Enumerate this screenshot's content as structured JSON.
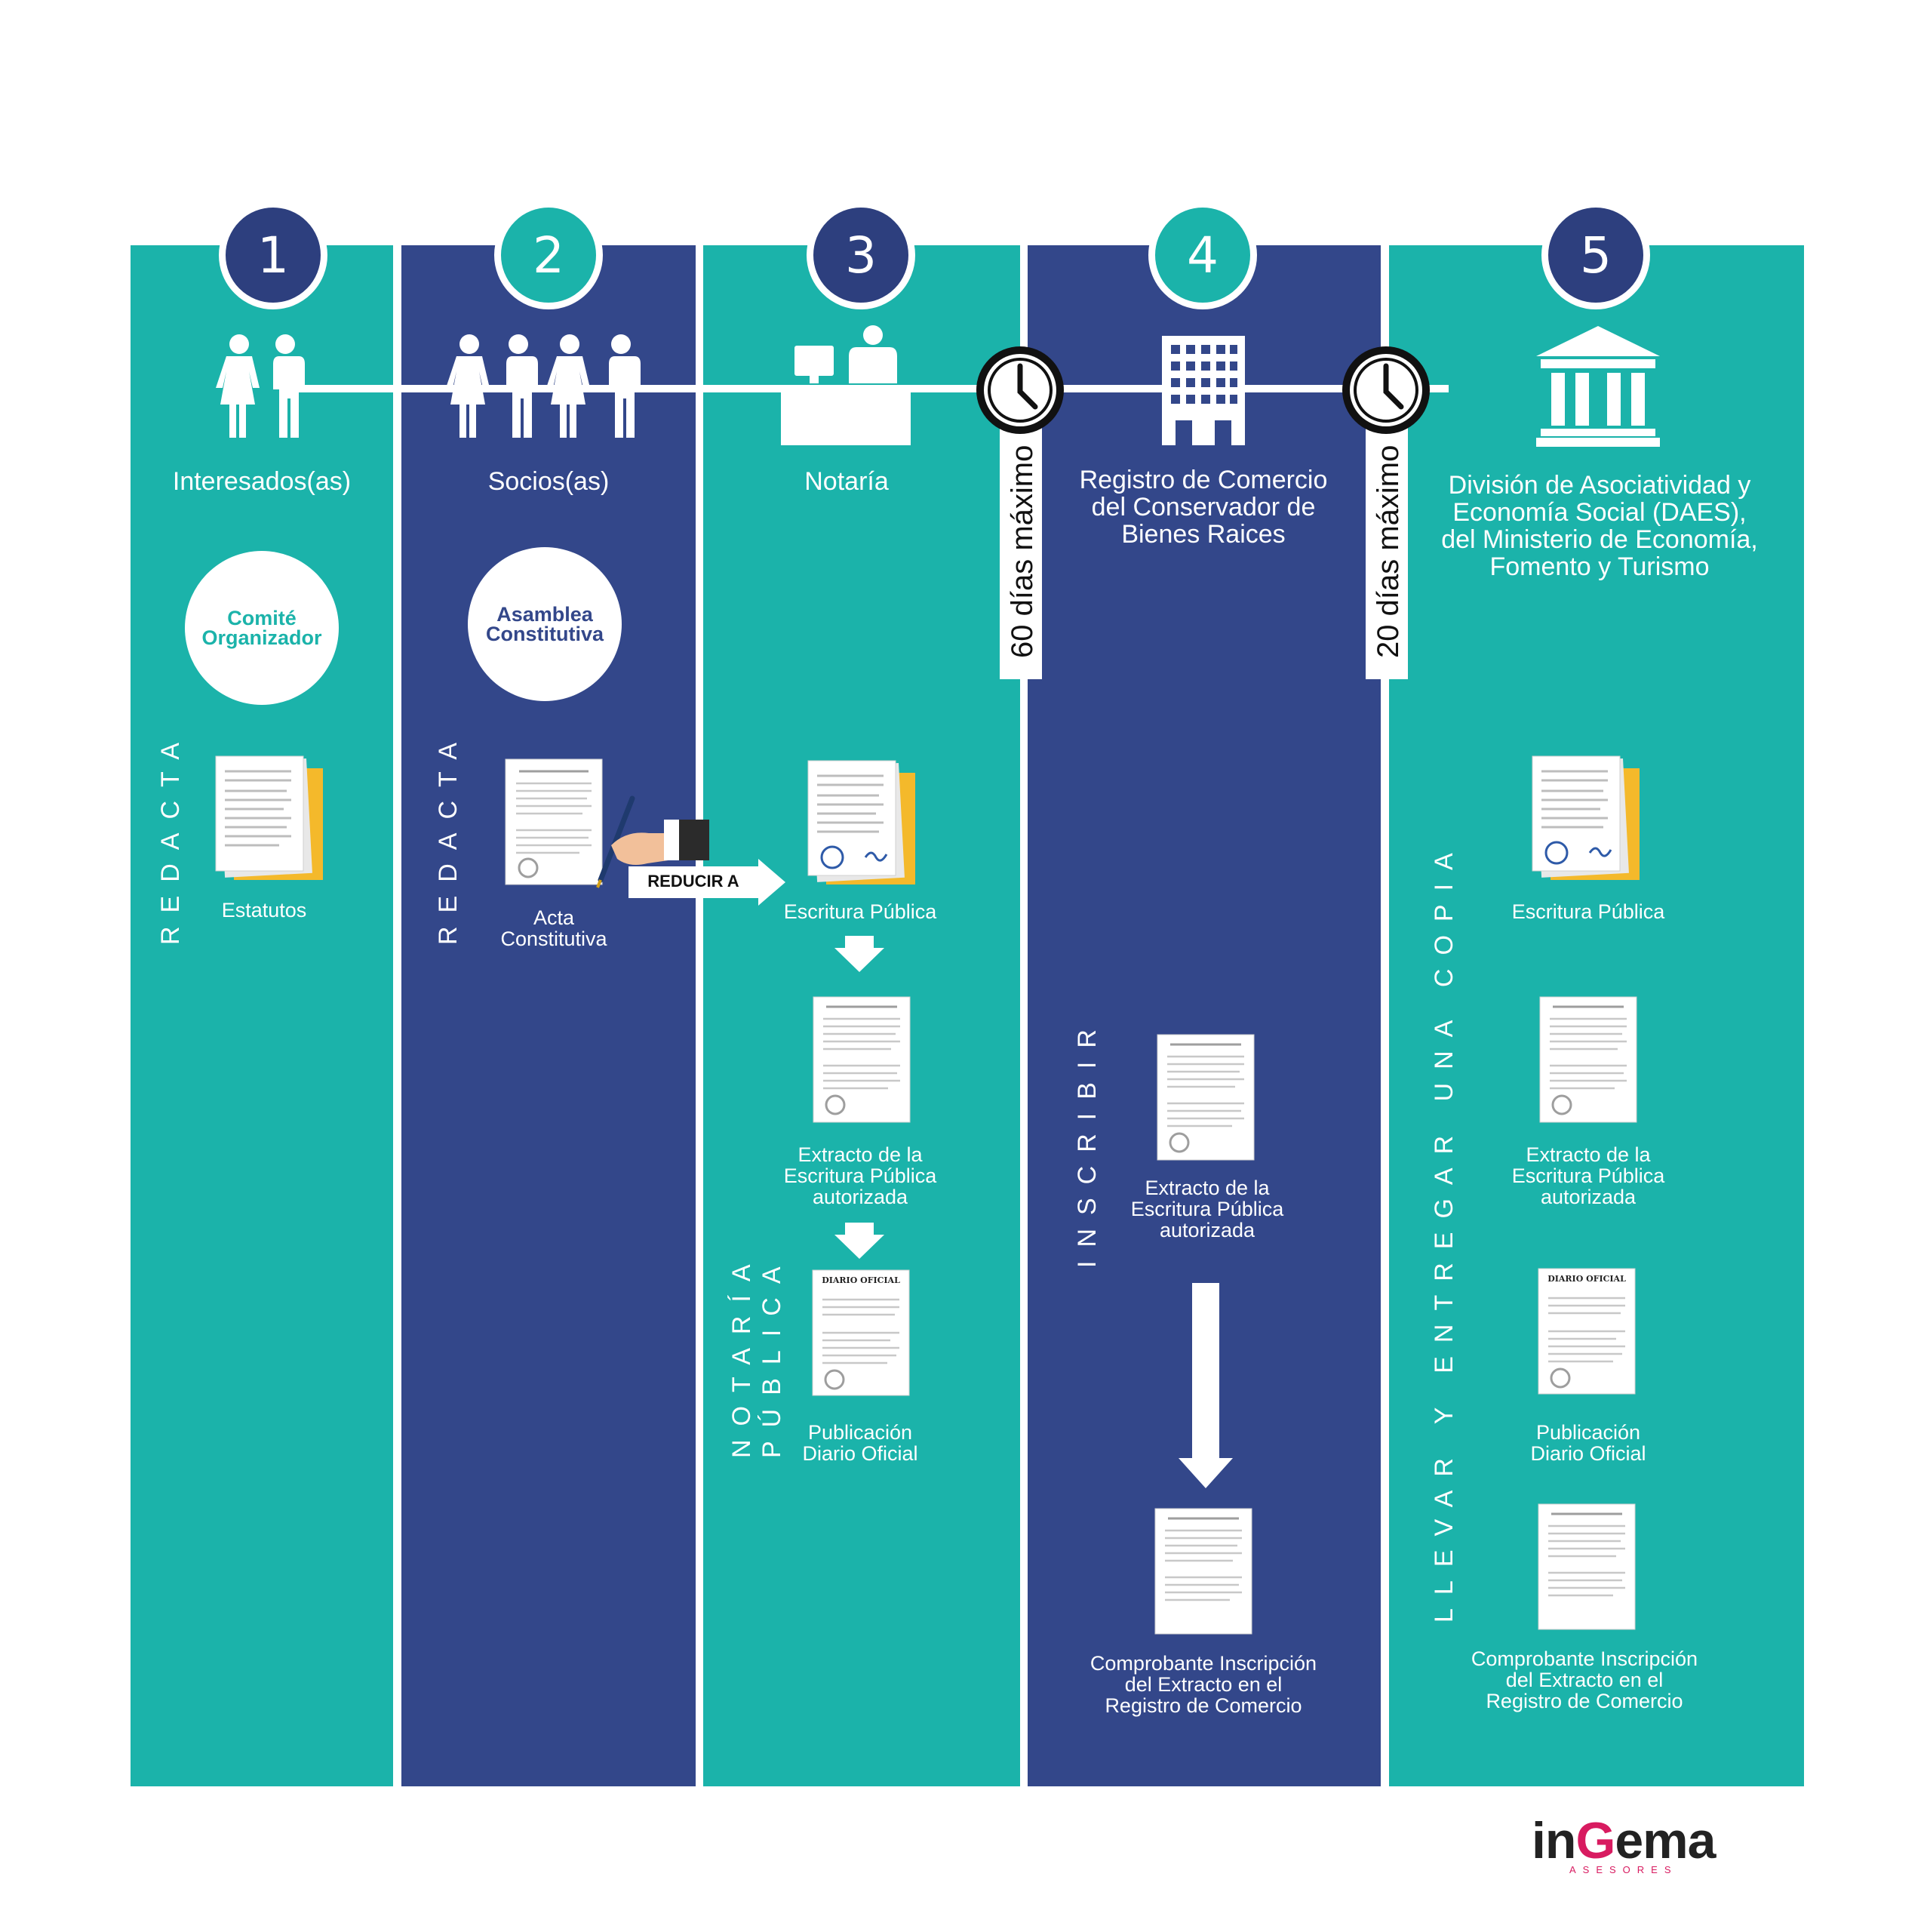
{
  "steps": [
    {
      "number": "1",
      "title": "Interesados(as)"
    },
    {
      "number": "2",
      "title": "Socios(as)"
    },
    {
      "number": "3",
      "title": "Notaría"
    },
    {
      "number": "4",
      "title": "Registro de Comercio\ndel Conservador de\nBienes Raices"
    },
    {
      "number": "5",
      "title": "División de Asociatividad y\nEconomía Social (DAES),\ndel Ministerio de Economía,\nFomento y Turismo"
    }
  ],
  "bubbles": {
    "col1": "Comité\nOrganizador",
    "col2": "Asamblea\nConstitutiva"
  },
  "timers": {
    "first": "60 días máximo",
    "second": "20 días máximo"
  },
  "actions": {
    "col1": "REDACTA",
    "col2": "REDACTA",
    "col3": "NOTARÍA\nPÚBLICA",
    "col4": "INSCRIBIR",
    "col5": "LLEVAR Y ENTREGAR UNA COPIA"
  },
  "arrow_label": "REDUCIR A",
  "docs": {
    "estatutos": "Estatutos",
    "acta": "Acta\nConstitutiva",
    "escritura3": "Escritura Pública",
    "extracto3": "Extracto de la\nEscritura Pública\nautorizada",
    "publicacion3": "Publicación\nDiario Oficial",
    "extracto4": "Extracto de la\nEscritura Pública\nautorizada",
    "comprobante4": "Comprobante Inscripción\ndel Extracto en el\nRegistro de Comercio",
    "escritura5": "Escritura Pública",
    "extracto5": "Extracto de la\nEscritura Pública\nautorizada",
    "publicacion5": "Publicación\nDiario Oficial",
    "comprobante5": "Comprobante Inscripción\ndel Extracto en el\nRegistro de Comercio"
  },
  "diario_header": "DIARIO OFICIAL",
  "logo": {
    "text_a": "in",
    "text_b": "G",
    "text_c": "ema",
    "sub": "ASESORES"
  },
  "colors": {
    "teal": "#1bb3aa",
    "navy": "#33478a",
    "pink": "#d81b60"
  }
}
